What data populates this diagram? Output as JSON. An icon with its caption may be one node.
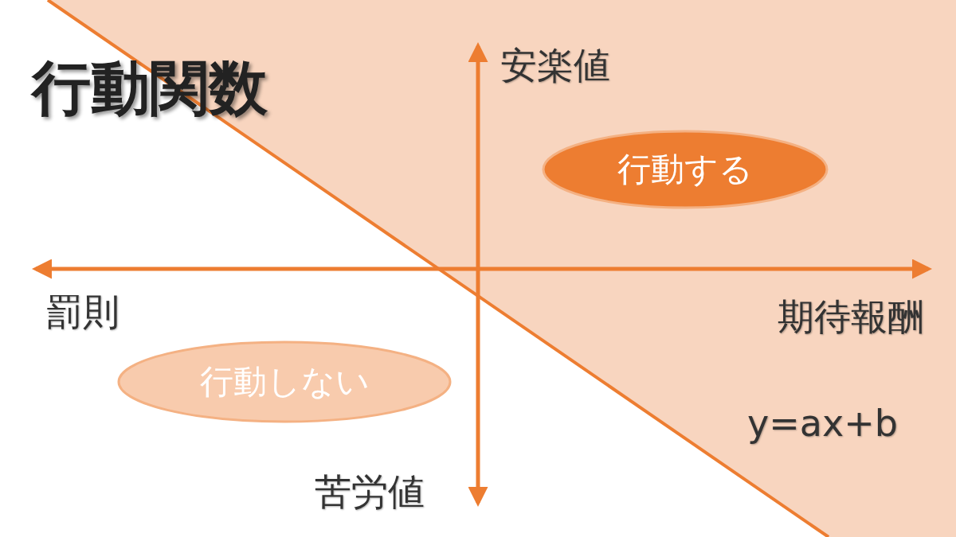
{
  "diagram": {
    "title": "行動関数",
    "nodes": [
      {
        "text": [
          "行動する"
        ]
      },
      {
        "text": [
          "行動しない"
        ]
      }
    ],
    "labels": [
      "安楽値",
      "罰則",
      "期待報酬",
      "y=ax+b",
      "苦労値"
    ]
  }
}
